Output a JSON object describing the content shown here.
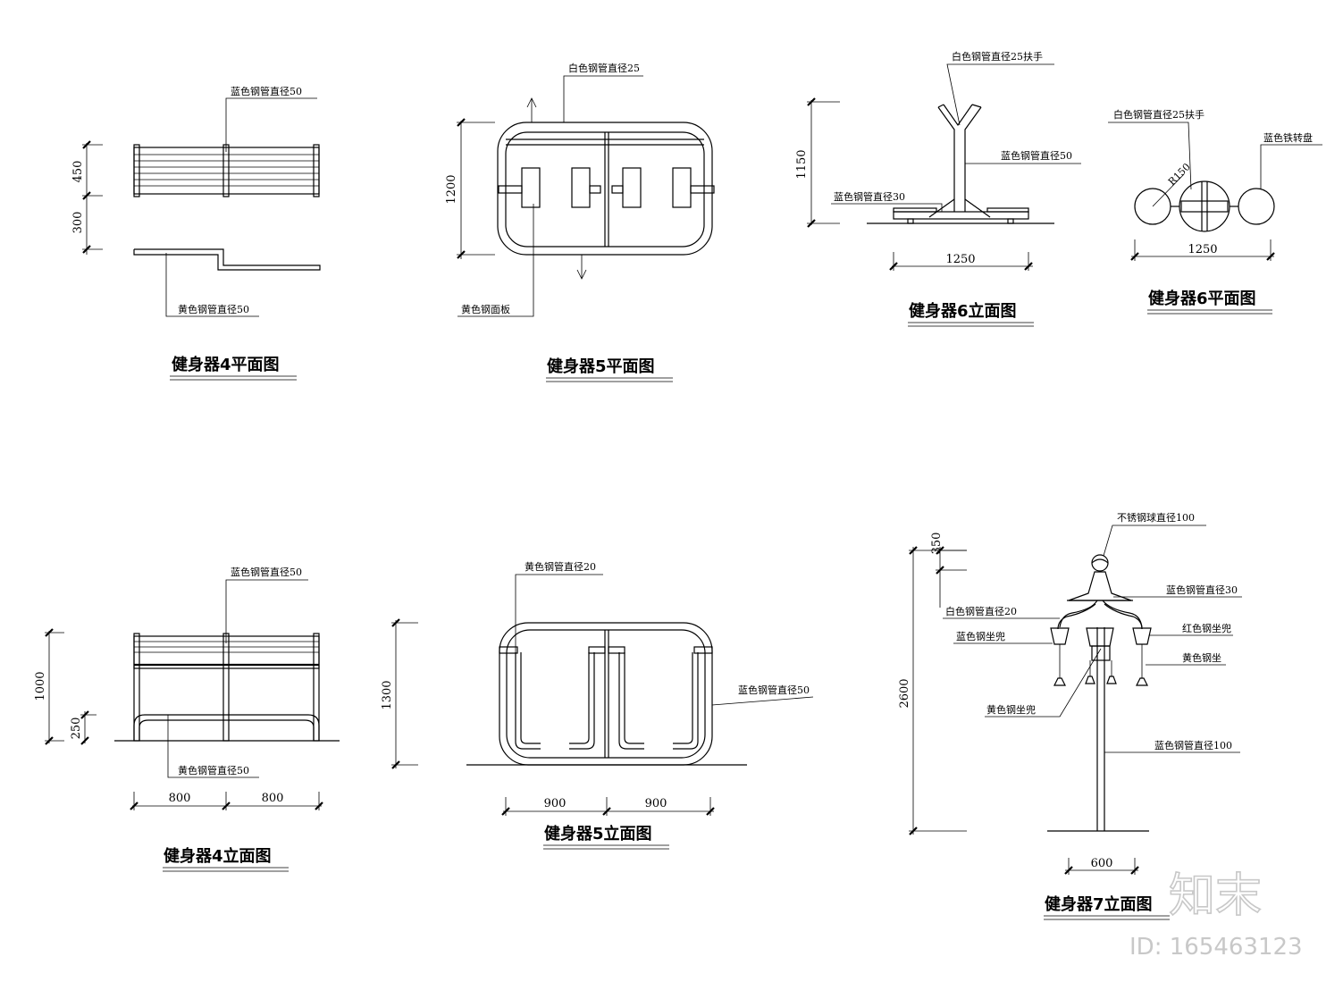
{
  "drawings": {
    "eq4_plan": {
      "title": "健身器4平面图",
      "labels": [
        "蓝色钢管直径50",
        "黄色钢管直径50"
      ],
      "dims": [
        "450",
        "300"
      ]
    },
    "eq5_plan": {
      "title": "健身器5平面图",
      "labels": [
        "白色钢管直径25",
        "黄色钢面板"
      ],
      "dims": [
        "1200"
      ]
    },
    "eq6_elev": {
      "title": "健身器6立面图",
      "labels": [
        "白色钢管直径25扶手",
        "蓝色钢管直径50",
        "蓝色钢管直径30"
      ],
      "dims": [
        "1150",
        "1250"
      ]
    },
    "eq6_plan": {
      "title": "健身器6平面图",
      "labels": [
        "白色钢管直径25扶手",
        "蓝色铁转盘",
        "R150"
      ],
      "dims": [
        "1250"
      ]
    },
    "eq4_elev": {
      "title": "健身器4立面图",
      "labels": [
        "蓝色钢管直径50",
        "黄色钢管直径50"
      ],
      "dims": [
        "1000",
        "250",
        "800",
        "800"
      ]
    },
    "eq5_elev": {
      "title": "健身器5立面图",
      "labels": [
        "黄色钢管直径20",
        "蓝色钢管直径50"
      ],
      "dims": [
        "1300",
        "900",
        "900"
      ]
    },
    "eq7_elev": {
      "title": "健身器7立面图",
      "labels": [
        "不锈钢球直径100",
        "蓝色钢管直径30",
        "白色钢管直径20",
        "蓝色钢坐兜",
        "红色钢坐兜",
        "黄色钢坐",
        "黄色钢坐兜",
        "蓝色钢管直径100"
      ],
      "dims": [
        "350",
        "2600",
        "600"
      ]
    }
  },
  "watermark": {
    "brand": "知末",
    "id": "ID: 165463123"
  }
}
